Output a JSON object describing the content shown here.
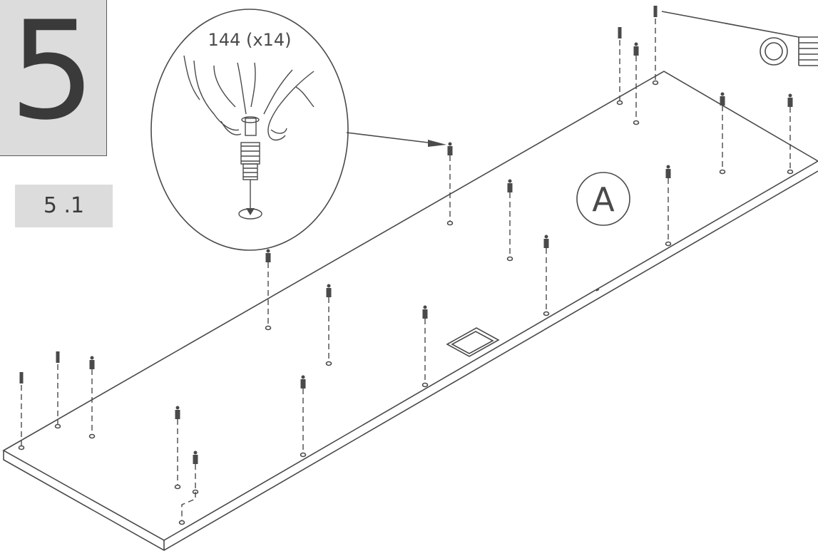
{
  "step": {
    "number": "5",
    "substep": "5 .1"
  },
  "detail": {
    "part_label": "144 (x14)"
  },
  "panel": {
    "label": "A"
  }
}
